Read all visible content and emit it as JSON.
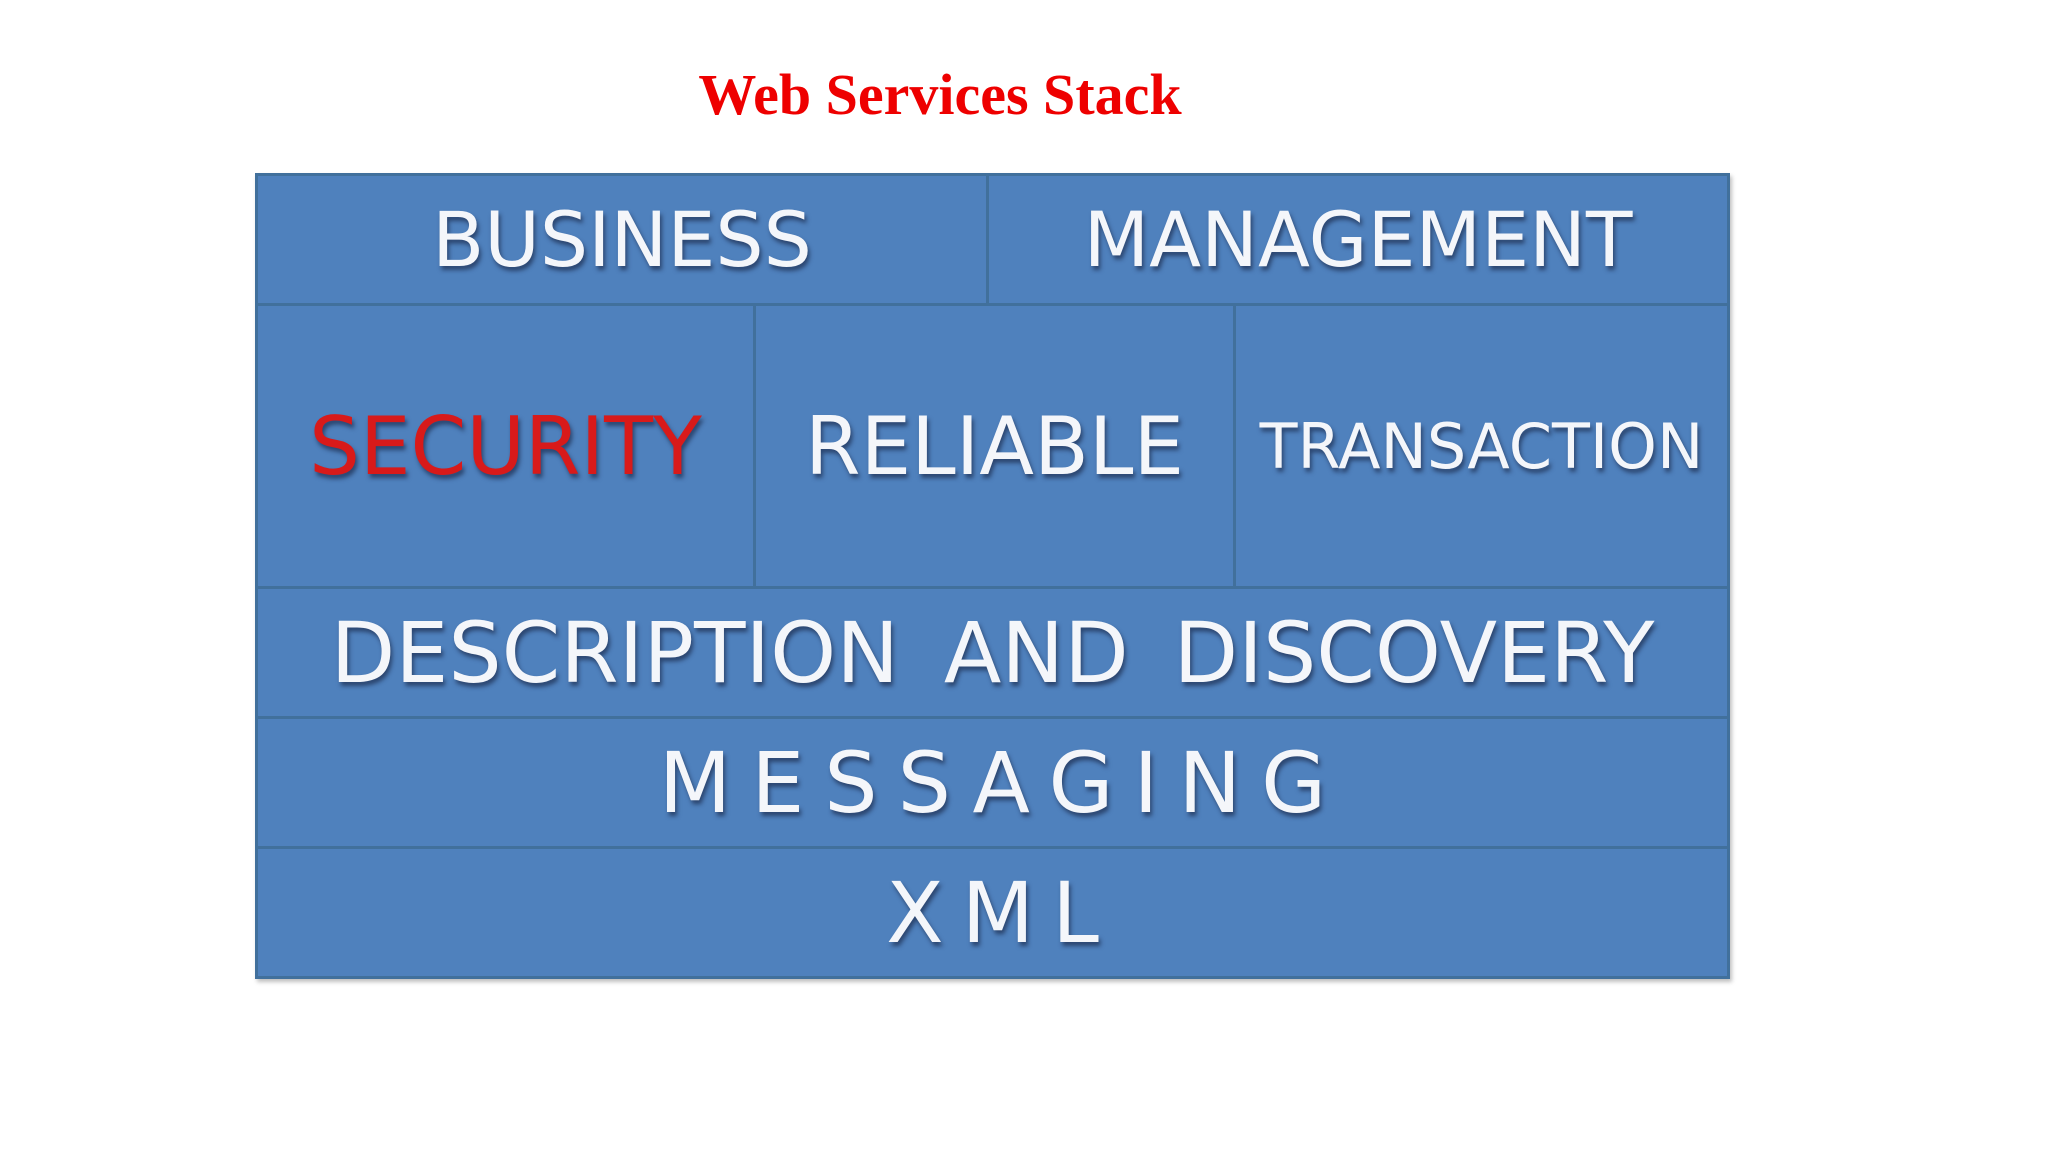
{
  "title": "Web Services Stack",
  "colors": {
    "title": "#ee0000",
    "block_fill": "#4f81bd",
    "block_border": "#41709c",
    "label_text": "#f4f6fa",
    "security_text": "#d81a1a"
  },
  "stack": {
    "rows": [
      {
        "cells": [
          {
            "label": "BUSINESS"
          },
          {
            "label": "MANAGEMENT"
          }
        ]
      },
      {
        "cells": [
          {
            "label": "SECURITY"
          },
          {
            "label": "RELIABLE"
          },
          {
            "label": "TRANSACTION"
          }
        ]
      },
      {
        "cells": [
          {
            "label": "DESCRIPTION AND DISCOVERY"
          }
        ]
      },
      {
        "cells": [
          {
            "label": "MESSAGING"
          }
        ]
      },
      {
        "cells": [
          {
            "label": "XML"
          }
        ]
      }
    ]
  }
}
